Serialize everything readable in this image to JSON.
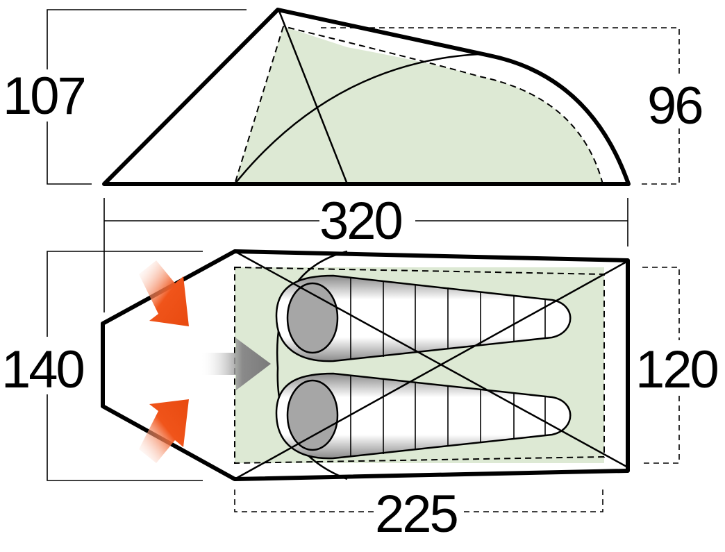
{
  "labels": {
    "peak_height": "107",
    "rear_height": "96",
    "total_length": "320",
    "total_width": "140",
    "inner_width": "120",
    "inner_length": "225"
  },
  "colors": {
    "inner_fill": "#dde9d4",
    "arrow_orange": "#f0541a",
    "arrow_grey": "#8a8a8a",
    "bag_head": "#a6a6a6"
  },
  "icons": [
    "entrance-arrow-icon",
    "sleeping-bag-icon"
  ]
}
